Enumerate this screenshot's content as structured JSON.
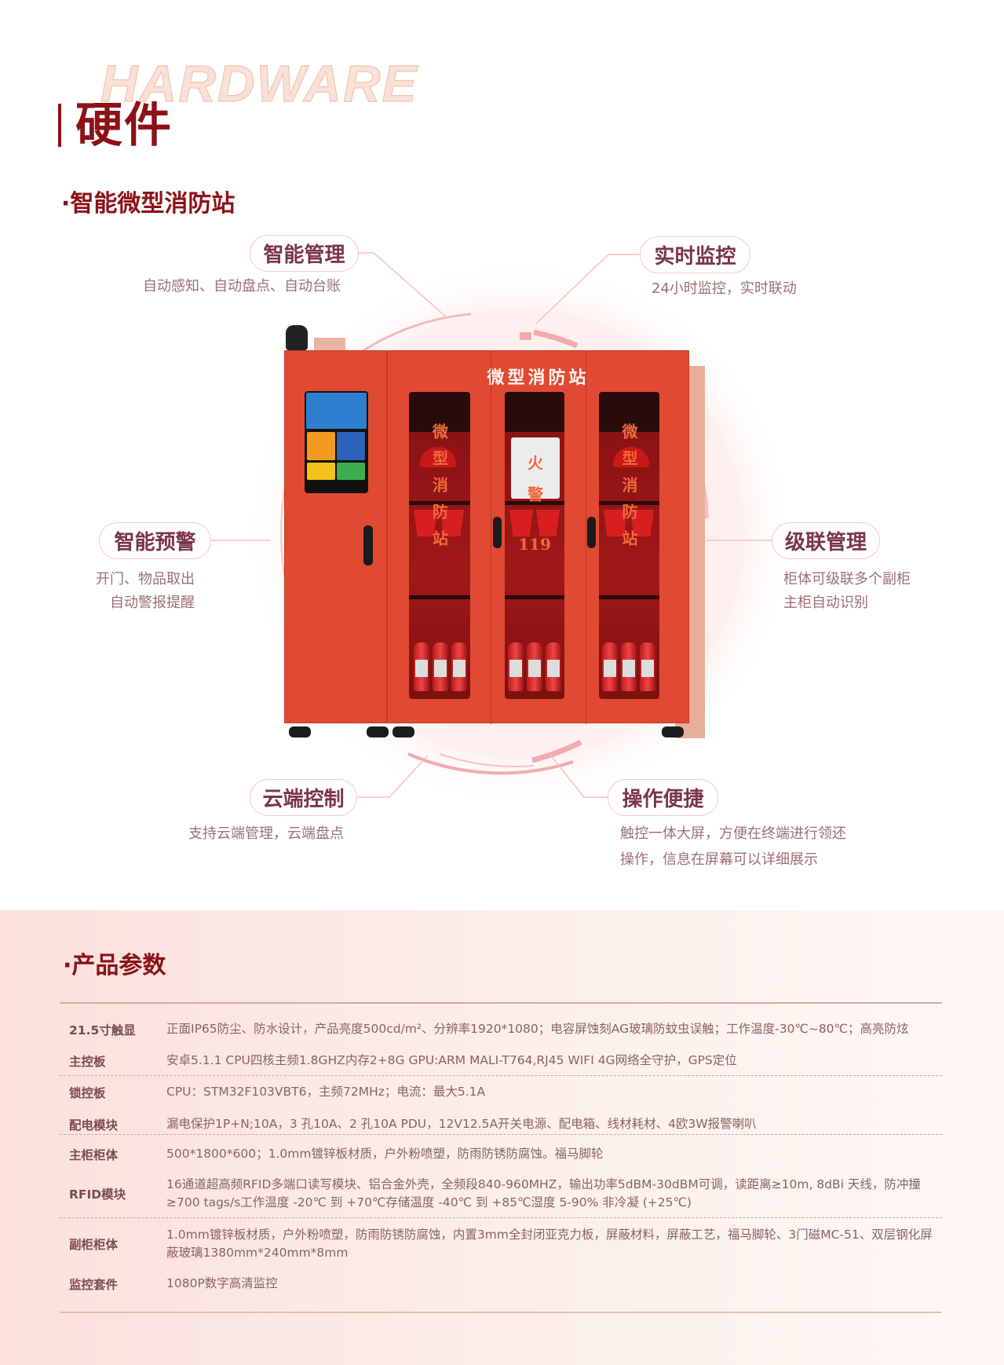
{
  "header": {
    "watermark": "HARDWARE",
    "title": "硬件",
    "subtitle": "·智能微型消防站"
  },
  "product": {
    "cabinet_sign": "微型消防站",
    "door_left_text": "微型消防站",
    "door_middle_text": "火警",
    "door_middle_number": "119",
    "door_right_text": "微型消防站"
  },
  "features": [
    {
      "title": "智能管理",
      "desc": [
        "自动感知、自动盘点、自动台账"
      ]
    },
    {
      "title": "实时监控",
      "desc": [
        "24小时监控，实时联动"
      ]
    },
    {
      "title": "智能预警",
      "desc": [
        "开门、物品取出",
        "自动警报提醒"
      ]
    },
    {
      "title": "级联管理",
      "desc": [
        "柜体可级联多个副柜",
        "主柜自动识别"
      ]
    },
    {
      "title": "云端控制",
      "desc": [
        "支持云端管理，云端盘点"
      ]
    },
    {
      "title": "操作便捷",
      "desc": [
        "触控一体大屏，方便在终端进行领还",
        "操作，信息在屏幕可以详细展示"
      ]
    }
  ],
  "specs": {
    "title": "·产品参数",
    "rows": [
      {
        "label": "21.5寸触显",
        "value": "正面IP65防尘、防水设计，产品亮度500cd/m²、分辨率1920*1080；电容屏蚀刻AG玻璃防蚊虫误触；工作温度-30℃~80℃；高亮防炫"
      },
      {
        "label": "主控板",
        "value": "安卓5.1.1 CPU四核主频1.8GHZ内存2+8G GPU:ARM MALI-T764,RJ45 WIFI 4G网络全守护，GPS定位"
      },
      {
        "label": "锁控板",
        "value": "CPU：STM32F103VBT6，主频72MHz；电流：最大5.1A"
      },
      {
        "label": "配电模块",
        "value": "漏电保护1P+N;10A，3 孔10A、2 孔10A PDU，12V12.5A开关电源、配电箱、线材耗材、4欧3W报警喇叭"
      },
      {
        "label": "主柜柜体",
        "value": "500*1800*600；1.0mm镀锌板材质，户外粉喷塑，防雨防锈防腐蚀。福马脚轮"
      },
      {
        "label": "RFID模块",
        "value": "16通道超高频RFID多端口读写模块、铝合金外壳，全频段840-960MHZ，输出功率5dBM-30dBM可调，读距离≥10m, 8dBi 天线，防冲撞 ≥700 tags/s工作温度 -20℃ 到 +70℃存储温度 -40℃ 到 +85℃湿度 5-90% 非冷凝 (+25℃)"
      },
      {
        "label": "副柜柜体",
        "value": "1.0mm镀锌板材质，户外粉喷塑，防雨防锈防腐蚀，内置3mm全封闭亚克力板，屏蔽材料，屏蔽工艺，福马脚轮、3门磁MC-51、双层钢化屏蔽玻璃1380mm*240mm*8mm"
      },
      {
        "label": "监控套件",
        "value": "1080P数字高清监控"
      }
    ]
  },
  "colors": {
    "brand": "#8d1118",
    "cabinet": "#e04a32",
    "pill_border": "#f6c9c6"
  }
}
